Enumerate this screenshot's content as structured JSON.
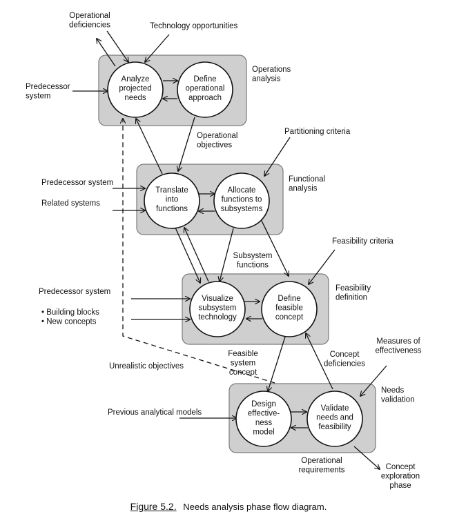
{
  "caption": {
    "number": "Figure 5.2.",
    "text": "Needs analysis phase flow diagram."
  },
  "groups": {
    "operations": "Operations\nanalysis",
    "functional": "Functional\nanalysis",
    "feasibility": "Feasibility\ndefinition",
    "validation": "Needs\nvalidation"
  },
  "nodes": {
    "analyze": "Analyze\nprojected\nneeds",
    "define_op": "Define\noperational\napproach",
    "translate": "Translate\ninto\nfunctions",
    "allocate": "Allocate\nfunctions to\nsubsystems",
    "visualize": "Visualize\nsubsystem\ntechnology",
    "define_feasible": "Define\nfeasible\nconcept",
    "design": "Design\neffective-\nness\nmodel",
    "validate": "Validate\nneeds and\nfeasibility"
  },
  "labels": {
    "op_deficiencies": "Operational\ndeficiencies",
    "tech_opportunities": "Technology opportunities",
    "predecessor_1": "Predecessor\nsystem",
    "op_objectives": "Operational\nobjectives",
    "partitioning": "Partitioning criteria",
    "predecessor_2": "Predecessor system",
    "related": "Related systems",
    "subsystem_functions": "Subsystem\nfunctions",
    "feasibility_criteria": "Feasibility criteria",
    "predecessor_3": "Predecessor system",
    "building_blocks": "• Building blocks\n• New concepts",
    "unrealistic": "Unrealistic objectives",
    "feasible_system": "Feasible\nsystem\nconcept",
    "concept_deficiencies": "Concept\ndeficiencies",
    "measures": "Measures of\neffectiveness",
    "prev_models": "Previous analytical models",
    "op_requirements": "Operational\nrequirements",
    "concept_exploration": "Concept\nexploration\nphase"
  }
}
